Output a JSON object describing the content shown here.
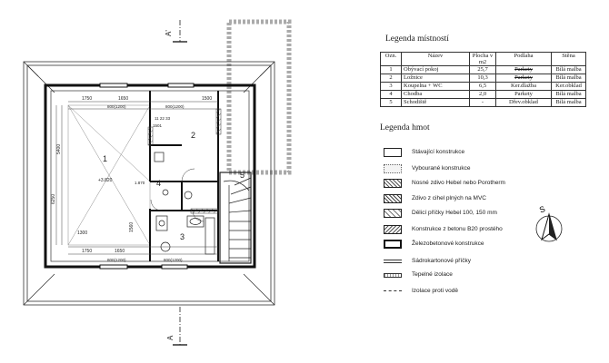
{
  "plan": {
    "section_label": "A'",
    "section_label_bottom": "A",
    "rooms": {
      "r1": "1",
      "r2": "2",
      "r3": "3",
      "r4": "4",
      "r5": "5"
    },
    "dims": {
      "d1750": "1750",
      "d1650a": "1650",
      "d1500": "1500",
      "win_top_a": "800(1200)",
      "win_top_b": "800(1200)",
      "win_small": "11 22 33",
      "d1501": "1501",
      "d1300": "1300",
      "d1560": "1560",
      "d5400": "5400",
      "d6250": "6250",
      "d1750b": "1750",
      "d1650b": "1650",
      "win_bot_a": "800(1200)",
      "win_bot_b": "800(1200)",
      "lvl1": "+3.820",
      "lvl2": "1.870"
    }
  },
  "rooms_legend": {
    "title": "Legenda místností",
    "headers": {
      "ozn": "Ozn.",
      "nazev": "Název",
      "plocha": "Plocha v m2",
      "podlaha": "Podlaha",
      "steny": "Stěna"
    },
    "rows": [
      {
        "ozn": "1",
        "nazev": "Obývací pokoj",
        "plocha": "25,7",
        "podlaha": "Parkety",
        "steny": "Bílá malba"
      },
      {
        "ozn": "2",
        "nazev": "Ložnice",
        "plocha": "10,3",
        "podlaha": "Parkety",
        "steny": "Bílá malba"
      },
      {
        "ozn": "3",
        "nazev": "Koupelna + WC",
        "plocha": "6,5",
        "podlaha": "Ker.dlažba",
        "steny": "Ker.obklad"
      },
      {
        "ozn": "4",
        "nazev": "Chodba",
        "plocha": "2,0",
        "podlaha": "Parkety",
        "steny": "Bílá malba"
      },
      {
        "ozn": "5",
        "nazev": "Schodiště",
        "plocha": "-",
        "podlaha": "Dřev.obklad",
        "steny": "Bílá malba"
      }
    ]
  },
  "materials_legend": {
    "title": "Legenda hmot",
    "items": [
      {
        "label": "Stávající konstrukce"
      },
      {
        "label": "Vybourané konstrukce"
      },
      {
        "label": "Nosné zdivo Hebel nebo Porotherm"
      },
      {
        "label": "Zdivo z cihel plných na MVC"
      },
      {
        "label": "Dělicí příčky Hebel 100, 150 mm"
      },
      {
        "label": "Konstrukce z betonu B20 prostého"
      },
      {
        "label": "Železobetonové konstrukce"
      },
      {
        "label": "Sádrokartonové příčky"
      },
      {
        "label": "Tepelné izolace"
      },
      {
        "label": "Izolace proti vodě"
      }
    ]
  },
  "compass": {
    "label": "S"
  }
}
